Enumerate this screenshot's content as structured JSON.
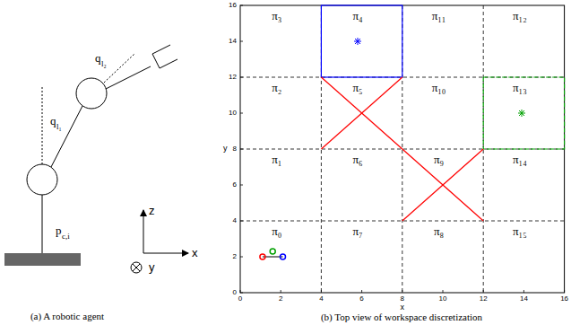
{
  "diagram": {
    "labels": [
      "q",
      "l₁",
      "q",
      "l₂",
      "p",
      "c,i",
      "z",
      "x",
      "y",
      "(a) A robotic agent",
      "π₀",
      "π₁",
      "π₂",
      "π₃",
      "π₄",
      "π₅",
      "π₆",
      "π₇",
      "π₈",
      "π₉",
      "π₁₀",
      "π₁₁",
      "π₁₂",
      "π₁₃",
      "π₁₄",
      "π₁₅",
      "0",
      "2",
      "4",
      "6",
      "8",
      "10",
      "12",
      "14",
      "16",
      "0",
      "2",
      "4",
      "6",
      "8",
      "10",
      "12",
      "14",
      "16",
      "x",
      "y",
      "(b) Top view of workspace discretization"
    ]
  }
}
